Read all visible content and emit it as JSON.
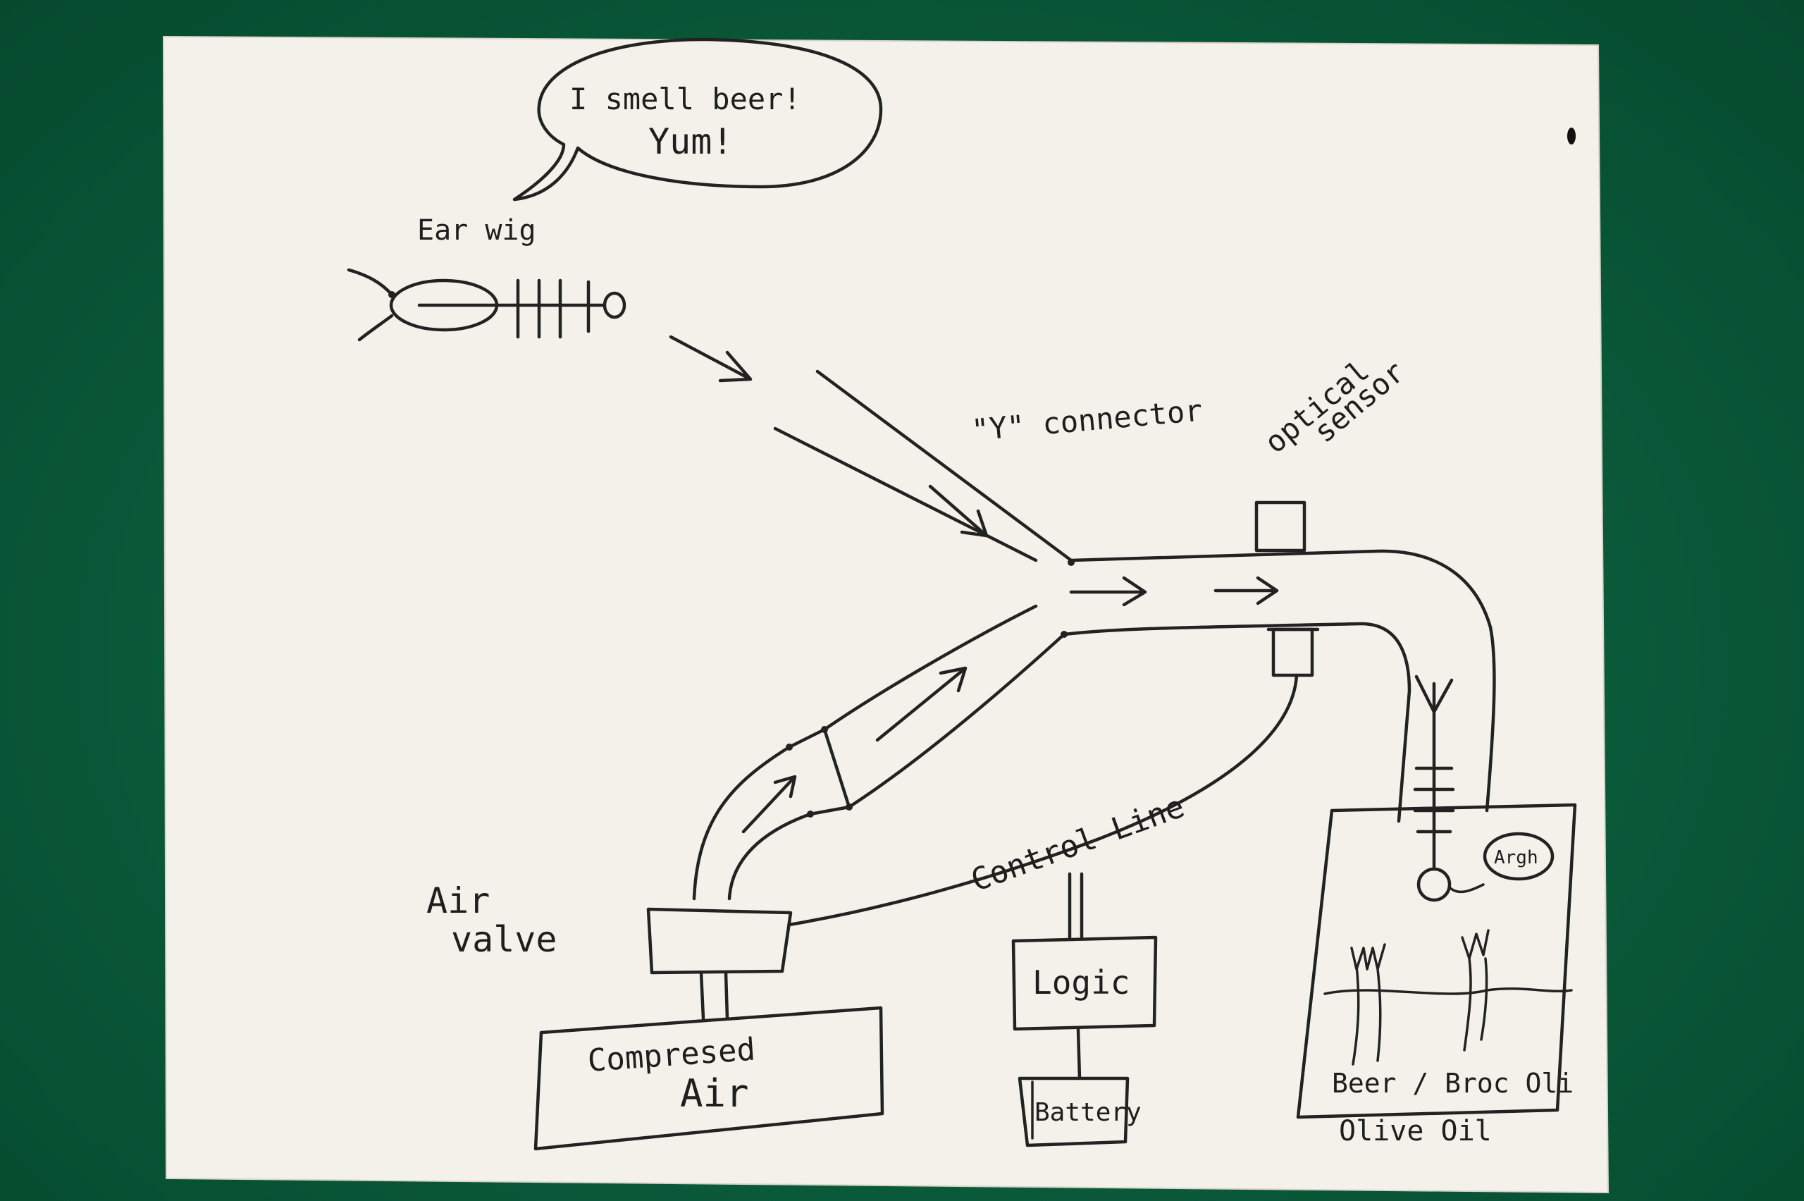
{
  "speech": {
    "line1": "I smell beer!",
    "line2": "Yum!"
  },
  "labels": {
    "earwig": "Ear wig",
    "y_connector": "\"Y\" connector",
    "optical_line1": "optical",
    "optical_line2": "sensor",
    "air_valve_line1": "Air",
    "air_valve_line2": "valve",
    "control_line": "Control Line",
    "logic": "Logic",
    "battery": "Battery",
    "compressed_line1": "Compresed",
    "compressed_line2": "Air",
    "tank_contents": "Beer / Broc Oli",
    "olive_oil": "Olive Oil",
    "argh": "Argh"
  },
  "colors": {
    "background": "#0a5a3a",
    "paper": "#f4f1ea",
    "ink": "#222222"
  }
}
